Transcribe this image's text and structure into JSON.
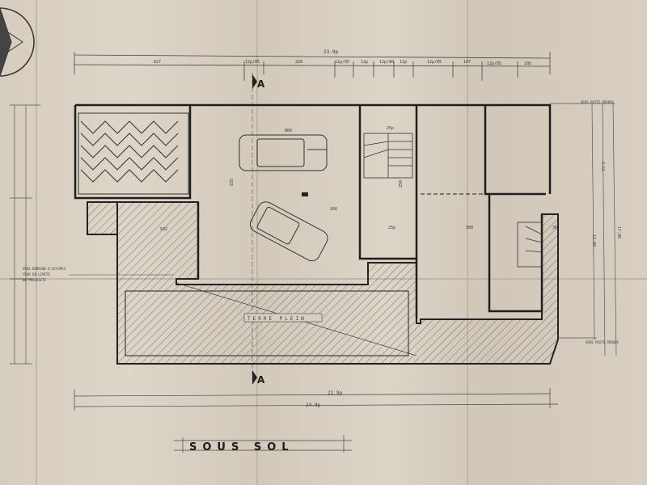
{
  "drawing": {
    "title": "SOUS SOL",
    "section_marker": "A",
    "terrace_label": "TERRE PLEIN",
    "top_overall_dim": "23.9p",
    "top_dims": [
      "827",
      "12p/85",
      "328",
      "12p/85",
      "12p",
      "12p/80",
      "12p",
      "12p/85",
      "107",
      "12p/85",
      "10b"
    ],
    "bottom_dims": [
      "22.9p",
      "24.9p"
    ],
    "room_dims": [
      "860",
      "835",
      "266",
      "250",
      "25p",
      "592",
      "25p",
      "30",
      "368",
      "3.61",
      "12.00",
      "17.00"
    ],
    "left_note": [
      "VERS DOMAINE D'OCCUPEC-",
      "TEUR EN LIMITE",
      "DE PROPRIETE"
    ],
    "drain_note_top": "VERS PUITS PERDUS",
    "drain_note_bottom": "VERS PUITS PERDUS"
  },
  "colors": {
    "paper": "#d8cfc2",
    "ink": "#2a2a2a",
    "hatch": "#555555"
  }
}
